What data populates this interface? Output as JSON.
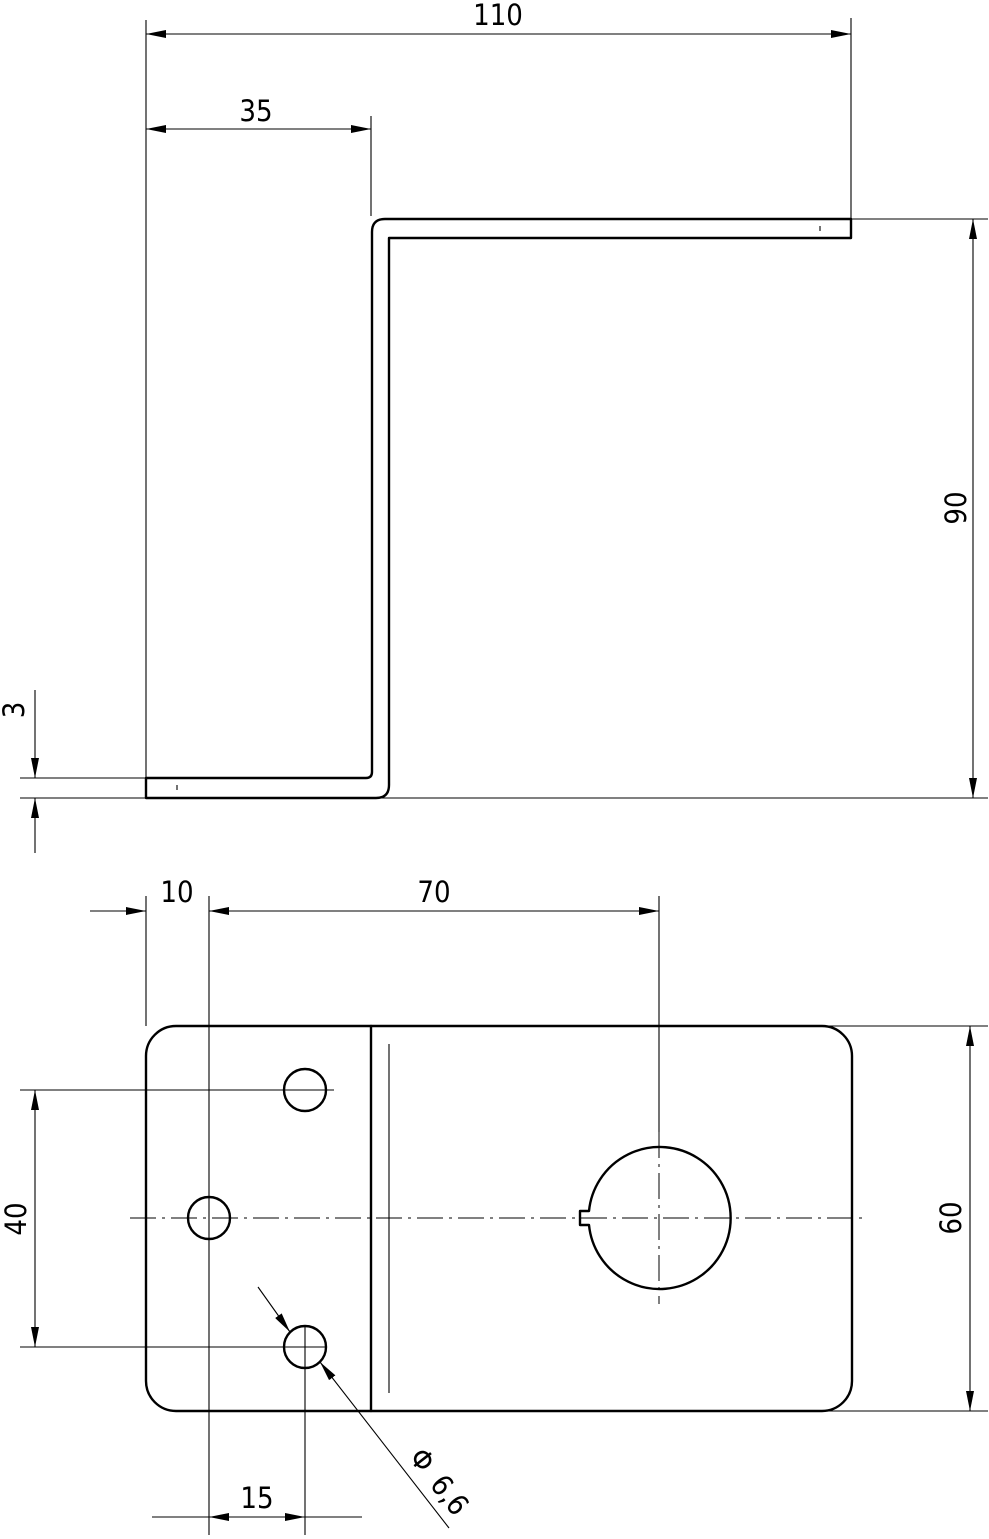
{
  "side_view": {
    "width_total": "110",
    "offset_top": "35",
    "height": "90",
    "thickness": "3"
  },
  "plan_view": {
    "edge_to_hole": "10",
    "hole_to_bore": "70",
    "hole_spacing": "40",
    "width": "60",
    "hole_offset": "15",
    "hole_diameter_symbol": "Φ",
    "hole_diameter": "6,6"
  },
  "colors": {
    "line": "#000000",
    "background": "#ffffff"
  }
}
